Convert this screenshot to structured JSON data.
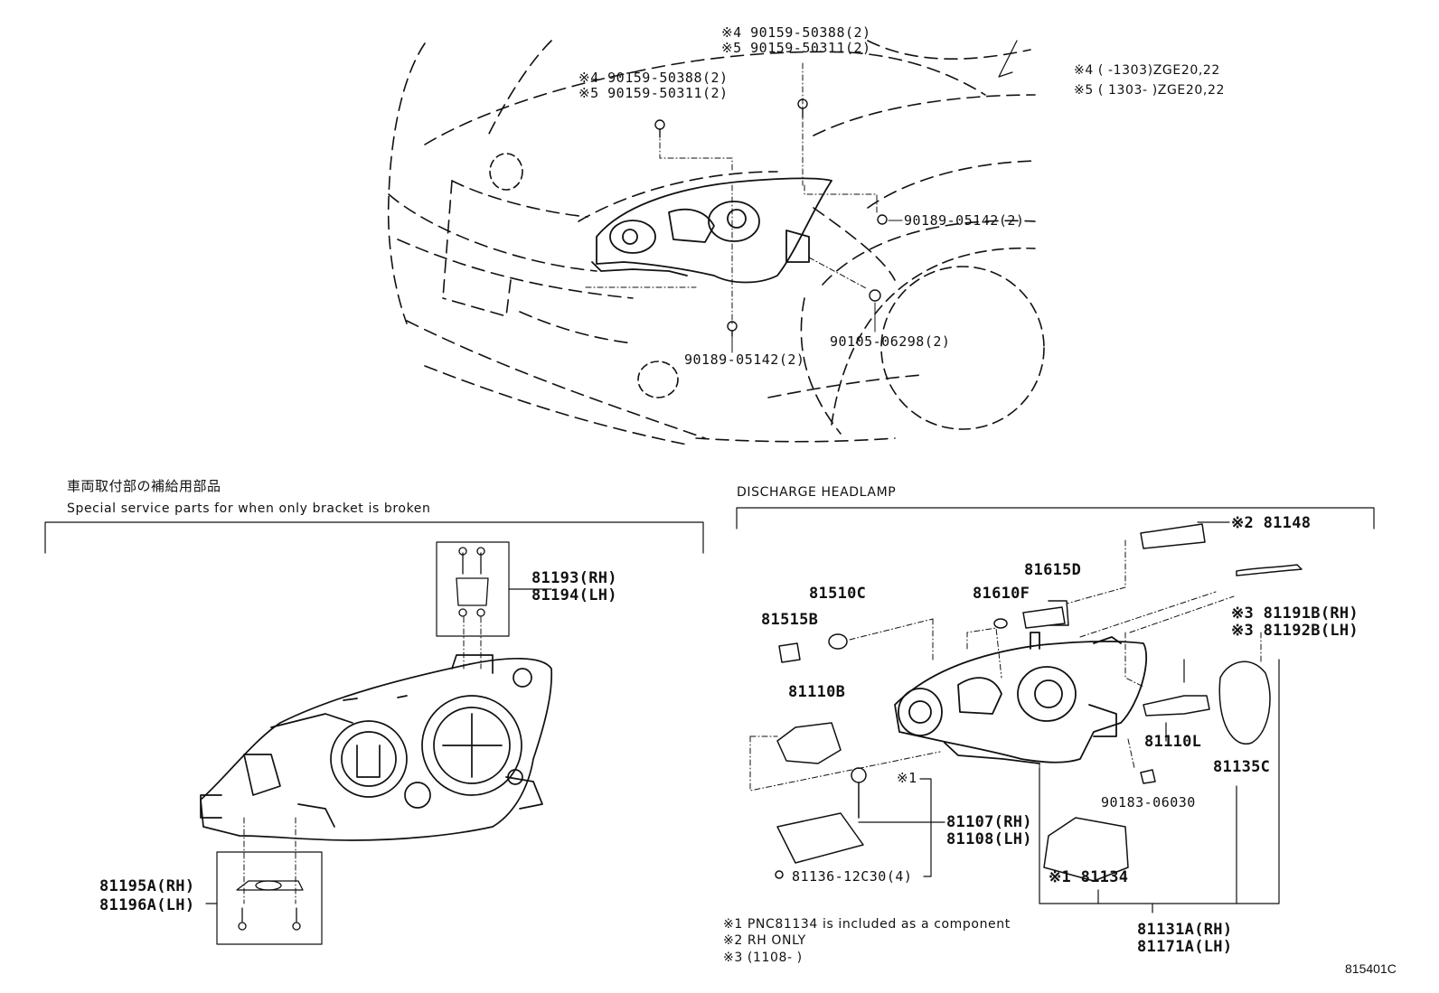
{
  "vehicle_view": {
    "callout_top": [
      "※4 90159-50388(2)",
      "※5 90159-50311(2)"
    ],
    "callout_left": [
      "※4 90159-50388(2)",
      "※5 90159-50311(2)"
    ],
    "legend": [
      "※4 (      -1303)ZGE20,22",
      "※5 ( 1303-      )ZGE20,22"
    ],
    "part_90189_right": "90189-05142(2)",
    "part_90105": "90105-06298(2)",
    "part_90189_bottom": "90189-05142(2)"
  },
  "bracket_section": {
    "title_jp": "車両取付部の補給用部品",
    "title_en": "Special service parts for when only bracket is broken",
    "upper_bracket": [
      "81193(RH)",
      "81194(LH)"
    ],
    "lower_bracket": [
      "81195A(RH)",
      "81196A(LH)"
    ]
  },
  "discharge_section": {
    "title": "DISCHARGE HEADLAMP",
    "parts": {
      "p81148": "※2 81148",
      "p81615D": "81615D",
      "p81510C": "81510C",
      "p81610F": "81610F",
      "p81515B": "81515B",
      "p81191B": "※3 81191B(RH)",
      "p81192B": "※3 81192B(LH)",
      "p81110B": "81110B",
      "p81110L": "81110L",
      "p81135C": "81135C",
      "p90183": "90183-06030",
      "mark1": "※1",
      "p81107": "81107(RH)",
      "p81108": "81108(LH)",
      "p81136": "81136-12C30(4)",
      "p81134": "※1 81134",
      "p81131A": "81131A(RH)",
      "p81171A": "81171A(LH)"
    },
    "notes": [
      "※1 PNC81134 is included as a component",
      "※2 RH ONLY",
      "※3 (1108-      )"
    ]
  },
  "figure_ref": "815401C",
  "colors": {
    "line": "#111111",
    "background": "#ffffff"
  }
}
